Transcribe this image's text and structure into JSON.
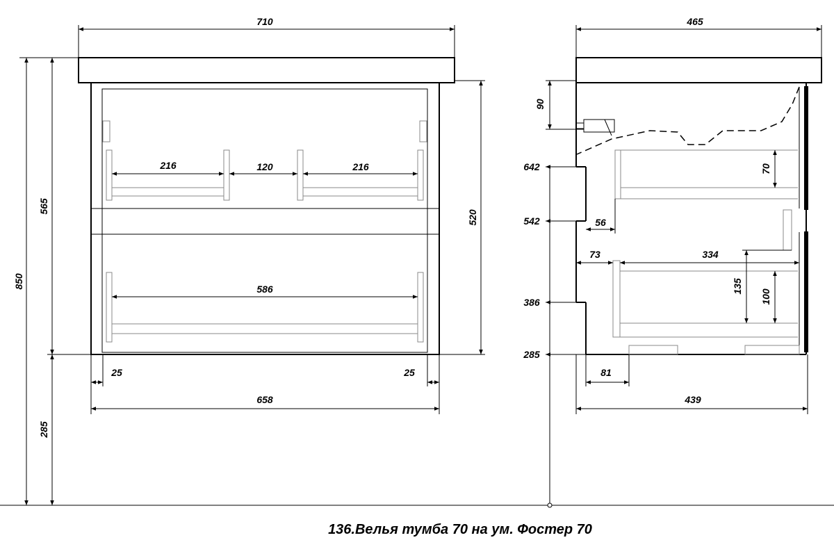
{
  "title": "136.Велья тумба 70 на ум. Фостер 70",
  "front_view": {
    "width_top": "710",
    "height_total": "850",
    "height_cabinet": "565",
    "height_legs": "285",
    "height_body": "520",
    "drawer1_left": "216",
    "drawer1_gap": "120",
    "drawer1_right": "216",
    "drawer2_width": "586",
    "side_left": "25",
    "side_right": "25",
    "width_body": "658"
  },
  "side_view": {
    "depth_top": "465",
    "siphon_height": "90",
    "level_642": "642",
    "level_542": "542",
    "level_386": "386",
    "level_285": "285",
    "drawer1_depth_h": "70",
    "offset_56": "56",
    "offset_73": "73",
    "drawer2_depth": "334",
    "drawer2_h_outer": "135",
    "drawer2_h_inner": "100",
    "leg_offset": "81",
    "depth_body": "439"
  }
}
